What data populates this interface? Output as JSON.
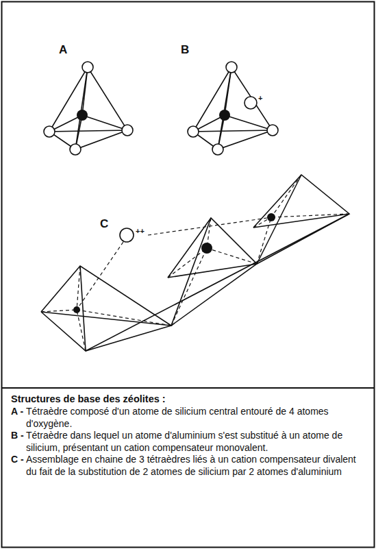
{
  "diagram": {
    "title": "Structures de base des zéolites :",
    "labels": [
      "A",
      "B",
      "C",
      "+",
      "++",
      "A -",
      "Tétraèdre composé d'un atome de silicium central entouré de 4 atomes d'oxygène.",
      "B -",
      "Tétraèdre dans lequel un atome d'aluminium s'est substitué à un atome de silicium, présentant un cation compensateur monovalent.",
      "C -",
      "Assemblage en chaine de 3 tétraèdres liés à un cation compensateur divalent du fait de la substitution de 2 atomes de silicium par 2 atomes d'aluminium"
    ]
  }
}
